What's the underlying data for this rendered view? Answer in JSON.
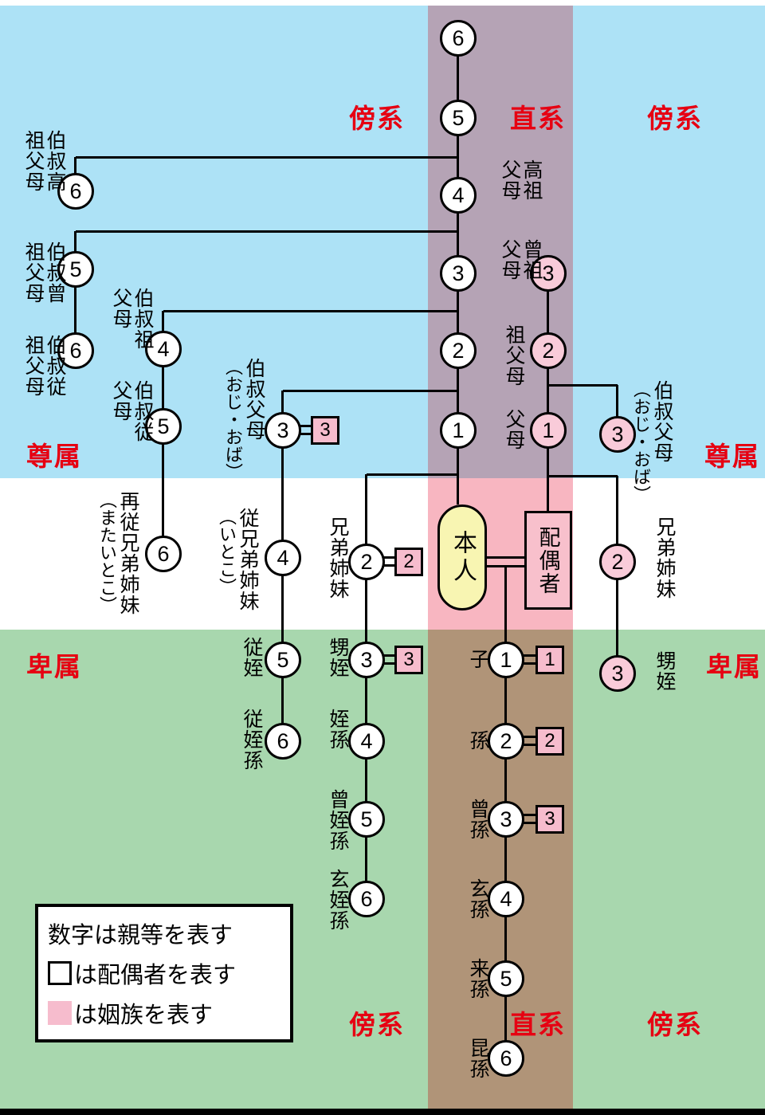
{
  "region_labels": {
    "collateral_top_left": "傍系",
    "direct_top": "直系",
    "collateral_top_right": "傍系",
    "ascendant_left": "尊属",
    "ascendant_right": "尊属",
    "descendant_left": "卑属",
    "descendant_right": "卑属",
    "collateral_bottom_left": "傍系",
    "direct_bottom": "直系",
    "collateral_bottom_right": "傍系"
  },
  "self": {
    "label": "本人"
  },
  "spouse": {
    "label": "配偶者"
  },
  "direct_ascendants": {
    "d6": {
      "degree": "6"
    },
    "d5": {
      "degree": "5"
    },
    "d4": {
      "degree": "4",
      "label": "高祖父母"
    },
    "d3": {
      "degree": "3",
      "label": "曾祖父母"
    },
    "d2": {
      "degree": "2",
      "label": "祖父母"
    },
    "d1": {
      "degree": "1",
      "label": "父母"
    }
  },
  "spouse_ascendants": {
    "d3": {
      "degree": "3"
    },
    "d2": {
      "degree": "2"
    },
    "d1": {
      "degree": "1"
    }
  },
  "descendants": {
    "d1": {
      "degree": "1",
      "label": "子",
      "spouse_degree": "1"
    },
    "d2": {
      "degree": "2",
      "label": "孫",
      "spouse_degree": "2"
    },
    "d3": {
      "degree": "3",
      "label": "曾孫",
      "spouse_degree": "3"
    },
    "d4": {
      "degree": "4",
      "label": "玄孫"
    },
    "d5": {
      "degree": "5",
      "label": "来孫"
    },
    "d6": {
      "degree": "6",
      "label": "昆孫"
    }
  },
  "left_collaterals": {
    "uncle_great2": {
      "degree": "6",
      "label": "伯叔高祖父母"
    },
    "uncle_great1": {
      "degree": "5",
      "label": "伯叔曾祖父母"
    },
    "uncle_great1_child": {
      "degree": "6",
      "label": "伯叔従祖父母"
    },
    "uncle_grand": {
      "degree": "4",
      "label": "伯叔祖父母"
    },
    "uncle_grand_child": {
      "degree": "5",
      "label": "伯叔従父母"
    },
    "second_cousin": {
      "degree": "6",
      "label": "再従兄弟姉妹",
      "sub": "（またいとこ）"
    },
    "uncle": {
      "degree": "3",
      "label": "伯叔父母",
      "sub": "（おじ・おば）",
      "spouse_degree": "3"
    },
    "cousin": {
      "degree": "4",
      "label": "従兄弟姉妹",
      "sub": "（いとこ）"
    },
    "cousin_child": {
      "degree": "5",
      "label": "従姪"
    },
    "cousin_grandchild": {
      "degree": "6",
      "label": "従姪孫"
    },
    "sibling": {
      "degree": "2",
      "label": "兄弟姉妹",
      "spouse_degree": "2"
    },
    "nephew": {
      "degree": "3",
      "label": "甥姪",
      "spouse_degree": "3"
    },
    "nephew_child": {
      "degree": "4",
      "label": "姪孫"
    },
    "nephew_grandchild": {
      "degree": "5",
      "label": "曾姪孫"
    },
    "nephew_ggrandchild": {
      "degree": "6",
      "label": "玄姪孫"
    }
  },
  "right_collaterals": {
    "uncle": {
      "degree": "3",
      "label": "伯叔父母",
      "sub": "（おじ・おば）"
    },
    "sibling": {
      "degree": "2",
      "label": "兄弟姉妹"
    },
    "nephew": {
      "degree": "3",
      "label": "甥姪"
    }
  },
  "legend": {
    "line1": "数字は親等を表す",
    "line2": "は配偶者を表す",
    "line3": "は姻族を表す"
  },
  "colors": {
    "ascendant_bg": "#ade2f6",
    "descendant_bg": "#a8d7ae",
    "direct_band_ascendant": "#b5a3b5",
    "direct_band_middle": "#f8b6c1",
    "direct_band_descendant": "#b09478",
    "self_fill": "#f8f5b2",
    "spouse_fill": "#f8c0cc",
    "inlaw_circle_fill": "#f9cbd9",
    "inlaw_square_fill": "#f6bccd",
    "accent_red": "#e60012"
  }
}
